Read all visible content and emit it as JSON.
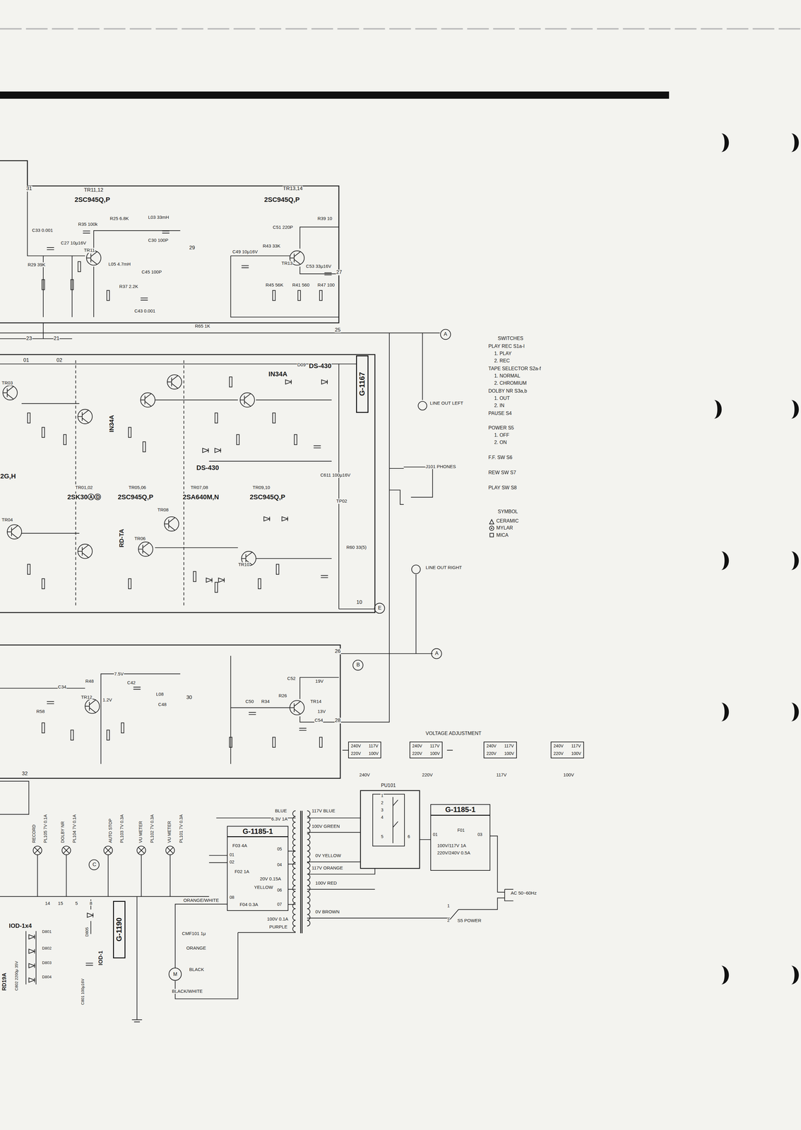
{
  "diagram": {
    "nodes": [
      {
        "text": [
          "G-1167"
        ]
      },
      {
        "text": [
          "G-1185-1"
        ]
      },
      {
        "text": [
          "G-1185-1"
        ]
      },
      {
        "text": [
          "G-1190"
        ]
      },
      {
        "text": [
          "240V",
          "117V",
          "220V",
          "100V"
        ]
      },
      {
        "text": [
          "240V",
          "117V",
          "220V",
          "100V"
        ]
      },
      {
        "text": [
          "240V",
          "117V",
          "220V",
          "100V"
        ]
      },
      {
        "text": [
          "240V",
          "117V",
          "220V",
          "100V"
        ]
      },
      {
        "text": [
          "M"
        ]
      }
    ],
    "edges": [
      {
        "from": 1,
        "to": 8,
        "arrow": "none",
        "label": "ORANGE/WHITE"
      }
    ],
    "labels": [
      "31",
      "TR11,12",
      "2SC945Q,P",
      "TR13,14",
      "2SC945Q,P",
      "C33 0.001",
      "R35 100k",
      "R25 6.8K",
      "L03 33mH",
      "C30 100P",
      "29",
      "C27 10μ16V",
      "TR11",
      "R29 39K",
      "L05 4.7mH",
      "C45 100P",
      "R37 2.2K",
      "C43 0.001",
      "C49 10μ16V",
      "R43 33K",
      "C51 220P",
      "R39 10",
      "TR13",
      "C53 33μ16V",
      "27",
      "R45 56K",
      "R41 560",
      "R47 100",
      "R65 1K",
      "23",
      "21",
      "25",
      "A",
      "01",
      "02",
      "TR03",
      "IN34A",
      "D09",
      "DS-430",
      "IN34A",
      "DS-430",
      "C611 100μ16V",
      "LINE OUT LEFT",
      "J101 PHONES",
      "2G,H",
      "TR01,02",
      "2SK30ⒶⒹ",
      "TR05,06",
      "2SC945Q,P",
      "TR07,08",
      "2SA640M,N",
      "TR09,10",
      "2SC945Q,P",
      "TR04",
      "TR08",
      "TP02",
      "TR06",
      "RD-TA",
      "TR10",
      "R60 33(5)",
      "LINE OUT RIGHT",
      "10",
      "E",
      "26",
      "B",
      "A",
      "C34",
      "R48",
      "7.5V",
      "C42",
      "L08",
      "C48",
      "30",
      "TR12",
      "1.2V",
      "R58",
      "C52",
      "19V",
      "C50",
      "R34",
      "R26",
      "TR14",
      "13V",
      "C54",
      "28",
      "32",
      "SWITCHES",
      "PLAY REC S1a-l",
      "1. PLAY",
      "2. REC",
      "TAPE SELECTOR S2a-f",
      "1. NORMAL",
      "2. CHROMIUM",
      "DOLBY NR S3a,b",
      "1. OUT",
      "2. IN",
      "PAUSE S4",
      "POWER S5",
      "1. OFF",
      "2. ON",
      "F.F. SW S6",
      "REW SW S7",
      "PLAY SW S8",
      "SYMBOL",
      "VOLTAGE ADJUSTMENT",
      "240V",
      "220V",
      "117V",
      "100V",
      "PU101",
      "1",
      "2",
      "3",
      "4",
      "5",
      "6",
      "BLUE",
      "6.3V 1A",
      "117V BLUE",
      "100V GREEN",
      "0V YELLOW",
      "117V ORANGE",
      "100V RED",
      "YELLOW",
      "0V BROWN",
      "100V 0.1A",
      "PURPLE",
      "CMF101 1μ",
      "ORANGE",
      "BLACK",
      "BLACK/WHITE",
      "AC 50~60Hz",
      "1",
      "2",
      "S5 POWER",
      "F03 4A",
      "05",
      "01",
      "02",
      "F02 1A",
      "04",
      "20V 0.15A",
      "06",
      "08",
      "F04 0.3A",
      "07",
      "01",
      "F01",
      "03",
      "100V/117V 1A",
      "220V/240V 0.5A",
      "RECORD",
      "PL105 7V 0.1A",
      "DOLBY NR",
      "PL104 7V 0.1A",
      "AUTO STOP",
      "PL103 7V 0.3A",
      "VU METER",
      "PL102 7V 0.3A",
      "VU METER",
      "PL101 7V 0.3A",
      "C",
      "14",
      "15",
      "5",
      "8",
      "IOD-1x4",
      "D801",
      "D802",
      "D803",
      "D804",
      "IOD-1",
      "D805",
      "C801 100μ16V",
      "C802 2200μ 35V",
      "RD19A"
    ],
    "legend": [
      {
        "text": "CERAMIC"
      },
      {
        "text": "MYLAR"
      },
      {
        "text": "MICA"
      }
    ]
  }
}
